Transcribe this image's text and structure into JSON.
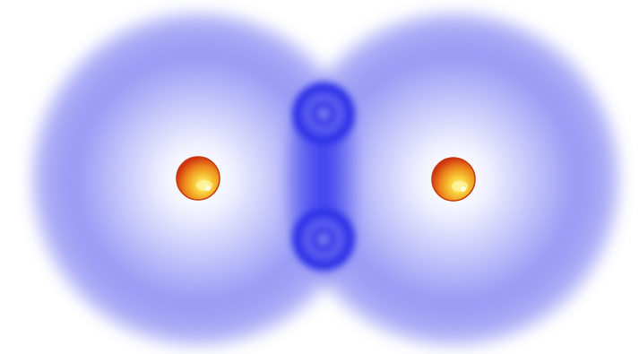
{
  "colors": {
    "background": "#ffffff",
    "cloud_core": "#ffffff",
    "cloud_mid": "#8e90f4",
    "cloud_edge": "#4a4df0",
    "bond_pair": "#2d30e6",
    "nucleus_highlight": "#fff08a",
    "nucleus_mid": "#f0a020",
    "nucleus_edge": "#d63a10"
  },
  "diagram": {
    "atoms": [
      {
        "id": "left",
        "role": "atom"
      },
      {
        "id": "right",
        "role": "atom"
      }
    ],
    "shared_electron_pair": [
      "upper",
      "lower"
    ],
    "icons": {
      "nucleus": "nucleus-icon",
      "electron": "electron-icon",
      "cloud": "electron-cloud-icon"
    }
  }
}
